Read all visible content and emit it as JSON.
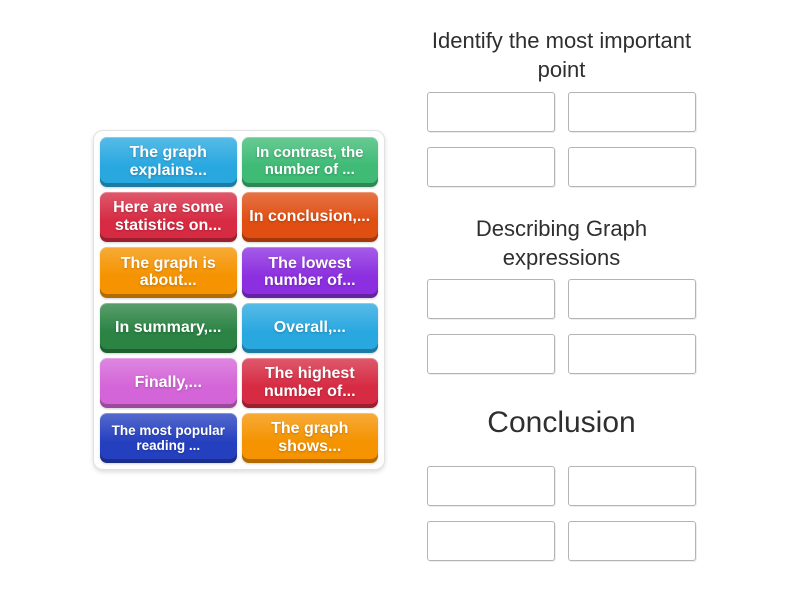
{
  "activity": {
    "type_hint": "group-sort drag-and-drop",
    "accent_colors": {
      "blue": "#29a8e0",
      "green": "#3fbb76",
      "red": "#d62b43",
      "dark_orange": "#e04e12",
      "orange": "#f59300",
      "purple": "#8c2fe0",
      "dark_green": "#2b8344",
      "orchid": "#d465d8",
      "dark_blue": "#2540bf"
    }
  },
  "board": {
    "tiles": [
      {
        "label": "The graph explains...",
        "color": "#29a8e0"
      },
      {
        "label": "In contrast, the number of ...",
        "color": "#3fbb76"
      },
      {
        "label": "Here are some statistics on...",
        "color": "#d62b43"
      },
      {
        "label": "In conclusion,...",
        "color": "#e04e12"
      },
      {
        "label": "The graph is about...",
        "color": "#f59300"
      },
      {
        "label": "The lowest number of...",
        "color": "#8c2fe0"
      },
      {
        "label": "In summary,...",
        "color": "#2b8344"
      },
      {
        "label": "Overall,...",
        "color": "#29a8e0"
      },
      {
        "label": "Finally,...",
        "color": "#d465d8"
      },
      {
        "label": "The highest number of...",
        "color": "#d62b43"
      },
      {
        "label": "The most popular reading ...",
        "color": "#2540bf"
      },
      {
        "label": "The graph shows...",
        "color": "#f59300"
      }
    ]
  },
  "groups": [
    {
      "title": "Identify the most important point",
      "slot_count": 4
    },
    {
      "title": "Describing Graph expressions",
      "slot_count": 4
    },
    {
      "title": "Conclusion",
      "slot_count": 4
    }
  ]
}
